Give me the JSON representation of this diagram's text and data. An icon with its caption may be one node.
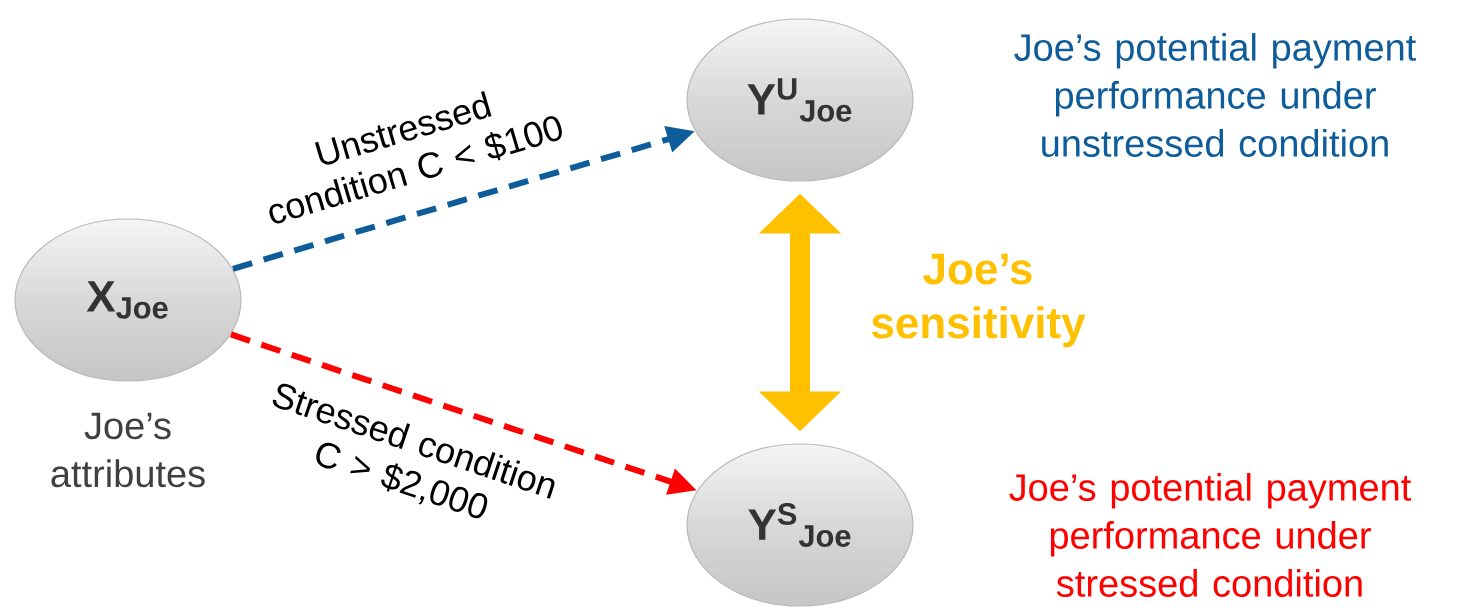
{
  "diagram": {
    "nodes": [
      {
        "text": [
          "X$_{Joe}$"
        ],
        "beside": [
          "Joe’s attributes"
        ]
      },
      {
        "text": [
          "Y$^{U}$$_{Joe}$"
        ],
        "beside": [
          "Joe’s potential payment performance under unstressed condition"
        ]
      },
      {
        "text": [
          "Y$^{S}$$_{Joe}$"
        ],
        "beside": [
          "Joe’s potential payment performance under stressed condition"
        ]
      }
    ],
    "edges": [
      {
        "from": 0,
        "to": 1,
        "arrow": "to",
        "style": "dashed",
        "color": "#0e5c9a",
        "label": "Unstressed condition C < $100"
      },
      {
        "from": 0,
        "to": 2,
        "arrow": "to",
        "style": "dashed",
        "color": "#ff0000",
        "label": "Stressed condition C > $2,000"
      },
      {
        "from": 1,
        "to": 2,
        "arrow": "both",
        "style": "thick",
        "color": "#ffc000",
        "label": "Joe’s sensitivity"
      }
    ]
  }
}
